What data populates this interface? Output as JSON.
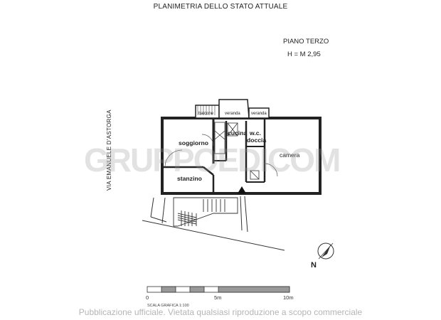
{
  "header": {
    "title": "PLANIMETRIA DELLO STATO ATTUALE",
    "floor": "PIANO TERZO",
    "height": "H = M 2,95"
  },
  "street": "VIA EMANUELE D'ASTORGA",
  "rooms": {
    "balcone": "balcone",
    "veranda1": "veranda",
    "veranda2": "veranda",
    "soggiorno": "soggiorno",
    "cucina": "cucina",
    "wc": "w.c.",
    "doccia": "doccia",
    "camera": "camera",
    "stanzino": "stanzino"
  },
  "compass": {
    "label": "N",
    "icon": "north-arrow-icon"
  },
  "scale": {
    "label": "SCALA GRAFICA 1:100",
    "ticks": [
      "0",
      "5m",
      "10m"
    ]
  },
  "watermark": "GRUPPOEDICOM",
  "footer": "Pubblicazione ufficiale. Vietata qualsiasi riproduzione a scopo commerciale"
}
